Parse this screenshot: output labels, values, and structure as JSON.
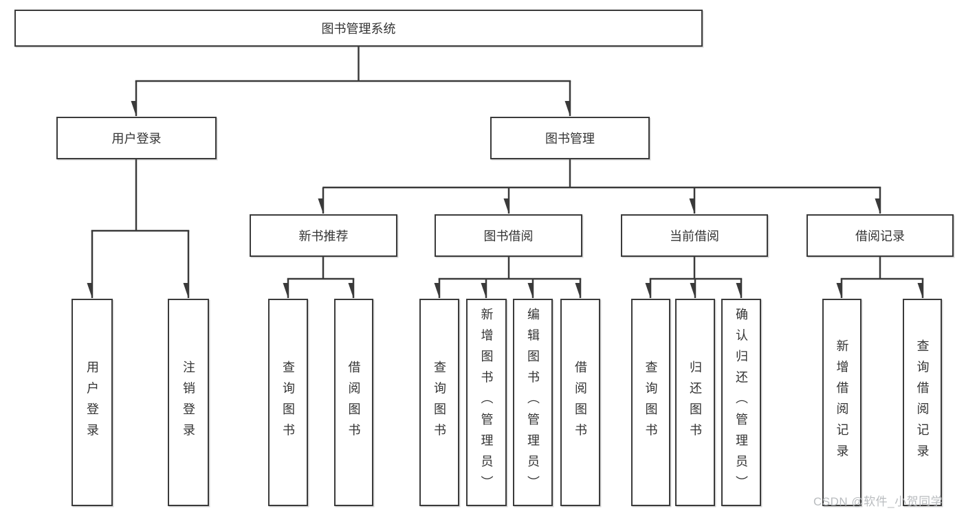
{
  "diagram": {
    "title": "图书管理系统",
    "nodes": {
      "root": "图书管理系统",
      "user_login": "用户登录",
      "book_mgmt": "图书管理",
      "new_book_rec": "新书推荐",
      "book_borrow": "图书借阅",
      "current_borrow": "当前借阅",
      "borrow_records": "借阅记录",
      "leaf_user_login": "用户登录",
      "leaf_logout": "注销登录",
      "leaf_query_book_rec": "查询图书",
      "leaf_borrow_book_rec": "借阅图书",
      "leaf_query_book_borrow": "查询图书",
      "leaf_add_book_admin": "新增图书（管理员）",
      "leaf_edit_book_admin": "编辑图书（管理员）",
      "leaf_borrow_book_borrow": "借阅图书",
      "leaf_query_book_current": "查询图书",
      "leaf_return_book": "归还图书",
      "leaf_confirm_return_admin": "确认归还（管理员）",
      "leaf_add_borrow_record": "新增借阅记录",
      "leaf_query_borrow_record": "查询借阅记录"
    },
    "edges": [
      {
        "from": "root",
        "to": [
          "user_login",
          "book_mgmt"
        ]
      },
      {
        "from": "user_login",
        "to": [
          "leaf_user_login",
          "leaf_logout"
        ]
      },
      {
        "from": "book_mgmt",
        "to": [
          "new_book_rec",
          "book_borrow",
          "current_borrow",
          "borrow_records"
        ]
      },
      {
        "from": "new_book_rec",
        "to": [
          "leaf_query_book_rec",
          "leaf_borrow_book_rec"
        ]
      },
      {
        "from": "book_borrow",
        "to": [
          "leaf_query_book_borrow",
          "leaf_add_book_admin",
          "leaf_edit_book_admin",
          "leaf_borrow_book_borrow"
        ]
      },
      {
        "from": "current_borrow",
        "to": [
          "leaf_query_book_current",
          "leaf_return_book",
          "leaf_confirm_return_admin"
        ]
      },
      {
        "from": "borrow_records",
        "to": [
          "leaf_add_borrow_record",
          "leaf_query_borrow_record"
        ]
      }
    ],
    "colors": {
      "line": "#3a3a3a",
      "border": "#3a3a3a",
      "text": "#333333",
      "background": "#ffffff",
      "watermark": "#b9bcbf"
    }
  },
  "watermark": "CSDN @软件_小贺同学"
}
